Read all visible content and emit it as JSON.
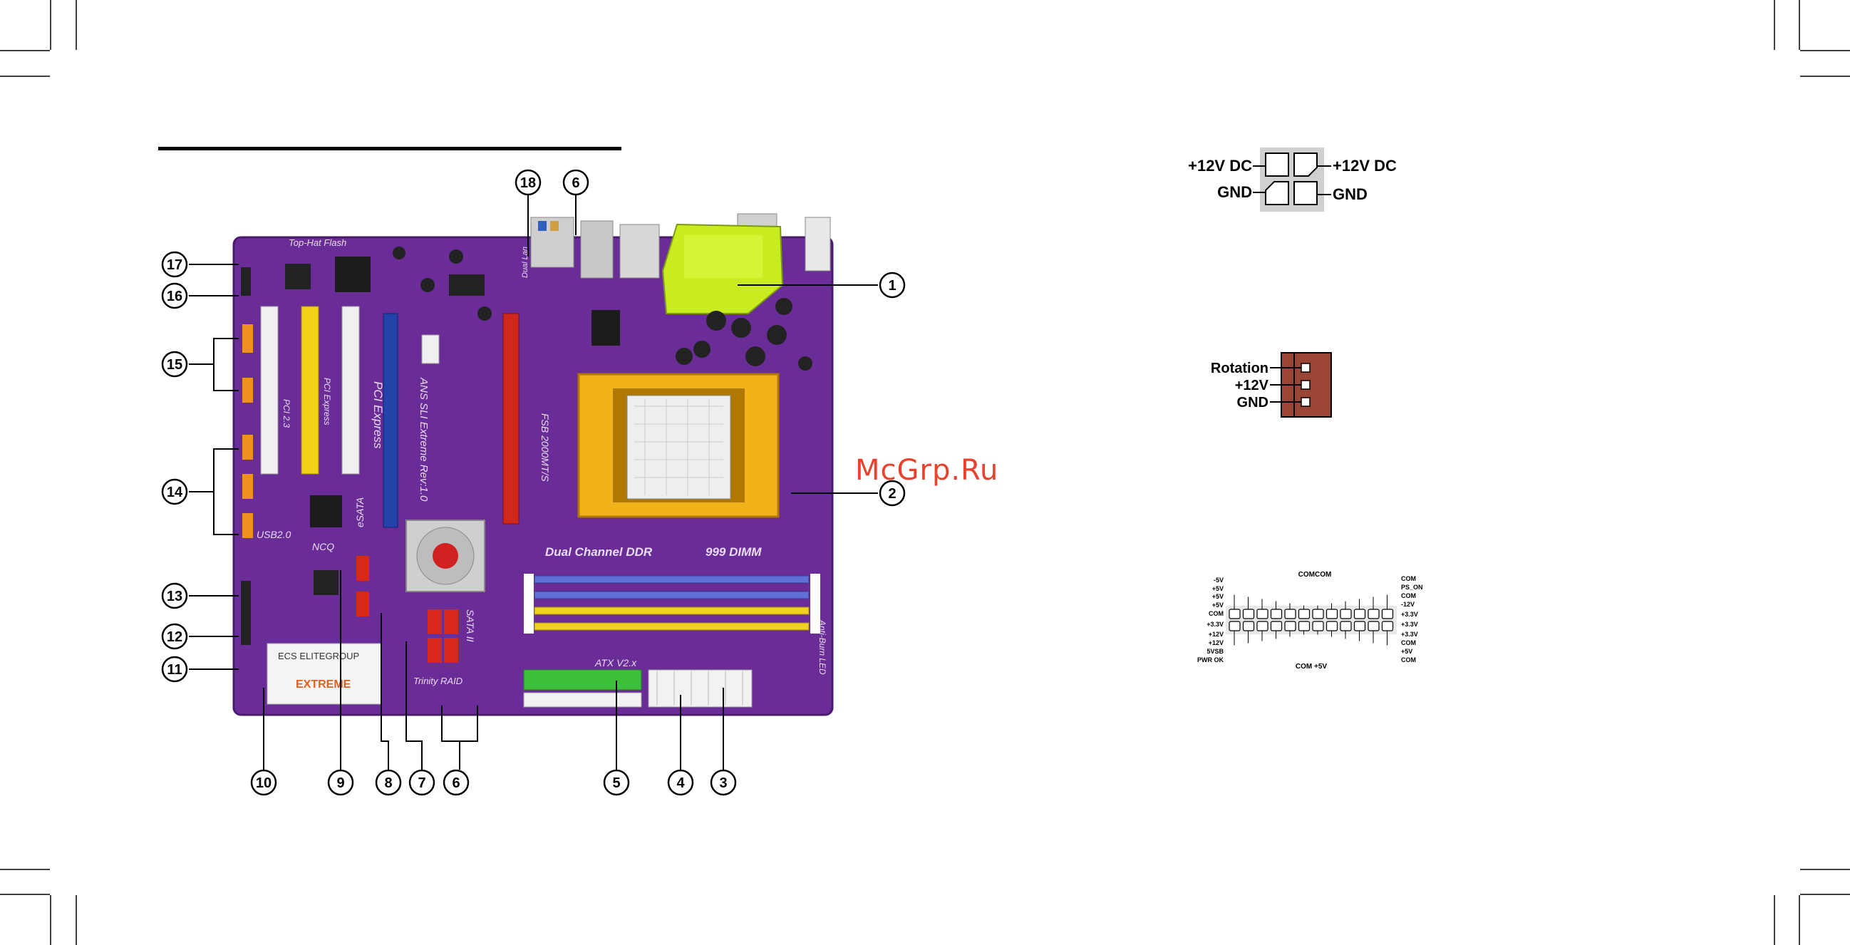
{
  "watermark": "McGrp.Ru",
  "board": {
    "callouts": [
      {
        "n": "1"
      },
      {
        "n": "2"
      },
      {
        "n": "3"
      },
      {
        "n": "4"
      },
      {
        "n": "5"
      },
      {
        "n": "6"
      },
      {
        "n": "7"
      },
      {
        "n": "8"
      },
      {
        "n": "9"
      },
      {
        "n": "10"
      },
      {
        "n": "11"
      },
      {
        "n": "12"
      },
      {
        "n": "13"
      },
      {
        "n": "14"
      },
      {
        "n": "15"
      },
      {
        "n": "16"
      },
      {
        "n": "17"
      },
      {
        "n": "18"
      },
      {
        "n": "6"
      }
    ],
    "silkscreen": {
      "top_hat": "Top-Hat Flash",
      "model": "ANS SLI Extreme Rev:1.0",
      "pci_express": "PCI Express",
      "pci_express_x": "PCI Express",
      "pci_23": "PCI 2.3",
      "dual_channel": "Dual Channel DDR",
      "dimm": "999 DIMM",
      "atx": "ATX V2.x",
      "sata": "SATA II",
      "esata": "eSATA",
      "ncq": "NCQ",
      "usb": "USB2.0",
      "trinity": "Trinity RAID",
      "dual_lan": "Dual Lan",
      "fsb": "FSB 2000MT/S",
      "anti_burn": "Anti-Burn LED",
      "elitegroup": "ECS ELITEGROUP",
      "extreme": "EXTREME"
    }
  },
  "atx12v": {
    "labels_left": [
      "+12V DC",
      "GND"
    ],
    "labels_right": [
      "+12V DC",
      "GND"
    ]
  },
  "fan": {
    "labels": [
      "Rotation",
      "+12V",
      "GND"
    ]
  },
  "atx24": {
    "top_left": [
      "-5V",
      "+5V",
      "+5V",
      "+5V",
      "COM",
      "+3.3V",
      "+12V",
      "+12V",
      "5VSB",
      "PWR OK"
    ],
    "top_center": "COMCOM",
    "bottom_center": "COM +5V",
    "right": [
      "COM",
      "PS_ON",
      "COM",
      "-12V",
      "+3.3V",
      "+3.3V",
      "+3.3V",
      "COM",
      "+5V",
      "COM"
    ]
  }
}
